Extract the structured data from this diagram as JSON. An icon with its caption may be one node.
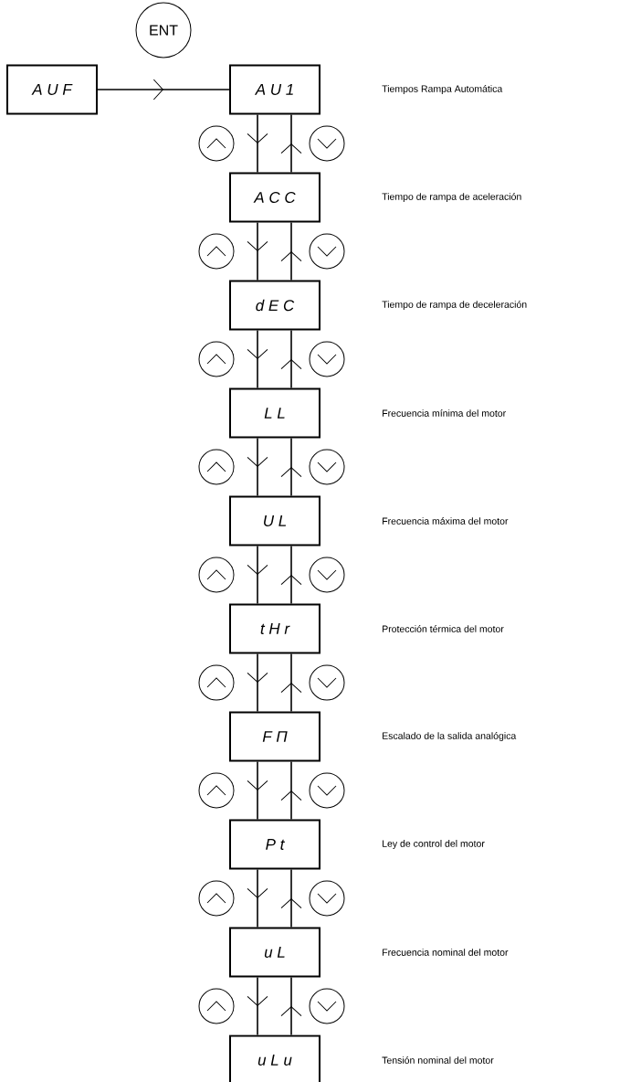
{
  "diagram": {
    "nodes": [
      {
        "text": [
          "ENT"
        ]
      },
      {
        "text": [
          "A U F"
        ]
      },
      {
        "text": [
          "A U 1"
        ]
      },
      {
        "text": [
          "A C C"
        ]
      },
      {
        "text": [
          "d E C"
        ]
      },
      {
        "text": [
          "L L"
        ]
      },
      {
        "text": [
          "U L"
        ]
      },
      {
        "text": [
          "t H r"
        ]
      },
      {
        "text": [
          "F Π"
        ]
      },
      {
        "text": [
          "P t"
        ]
      },
      {
        "text": [
          "u L"
        ]
      },
      {
        "text": [
          "u L u"
        ]
      }
    ],
    "edges": [
      {
        "from": 1,
        "to": 2,
        "arrow": "to"
      },
      {
        "from": 2,
        "to": 3,
        "arrow": "to"
      },
      {
        "from": 3,
        "to": 2,
        "arrow": "to"
      },
      {
        "from": 3,
        "to": 4,
        "arrow": "to"
      },
      {
        "from": 4,
        "to": 3,
        "arrow": "to"
      },
      {
        "from": 4,
        "to": 5,
        "arrow": "to"
      },
      {
        "from": 5,
        "to": 4,
        "arrow": "to"
      },
      {
        "from": 5,
        "to": 6,
        "arrow": "to"
      },
      {
        "from": 6,
        "to": 5,
        "arrow": "to"
      },
      {
        "from": 6,
        "to": 7,
        "arrow": "to"
      },
      {
        "from": 7,
        "to": 6,
        "arrow": "to"
      },
      {
        "from": 7,
        "to": 8,
        "arrow": "to"
      },
      {
        "from": 8,
        "to": 7,
        "arrow": "to"
      },
      {
        "from": 8,
        "to": 9,
        "arrow": "to"
      },
      {
        "from": 9,
        "to": 8,
        "arrow": "to"
      },
      {
        "from": 9,
        "to": 10,
        "arrow": "to"
      },
      {
        "from": 10,
        "to": 9,
        "arrow": "to"
      },
      {
        "from": 10,
        "to": 11,
        "arrow": "to"
      },
      {
        "from": 11,
        "to": 10,
        "arrow": "to"
      }
    ],
    "labels": [
      "Tiempos Rampa Automática",
      "Tiempo de rampa de aceleración",
      "Tiempo de rampa de deceleración",
      "Frecuencia mínima del motor",
      "Frecuencia máxima del motor",
      "Protección térmica del motor",
      "Escalado de la salida analógica",
      "Ley de control del motor",
      "Frecuencia nominal del motor",
      "Tensión nominal del motor"
    ]
  }
}
